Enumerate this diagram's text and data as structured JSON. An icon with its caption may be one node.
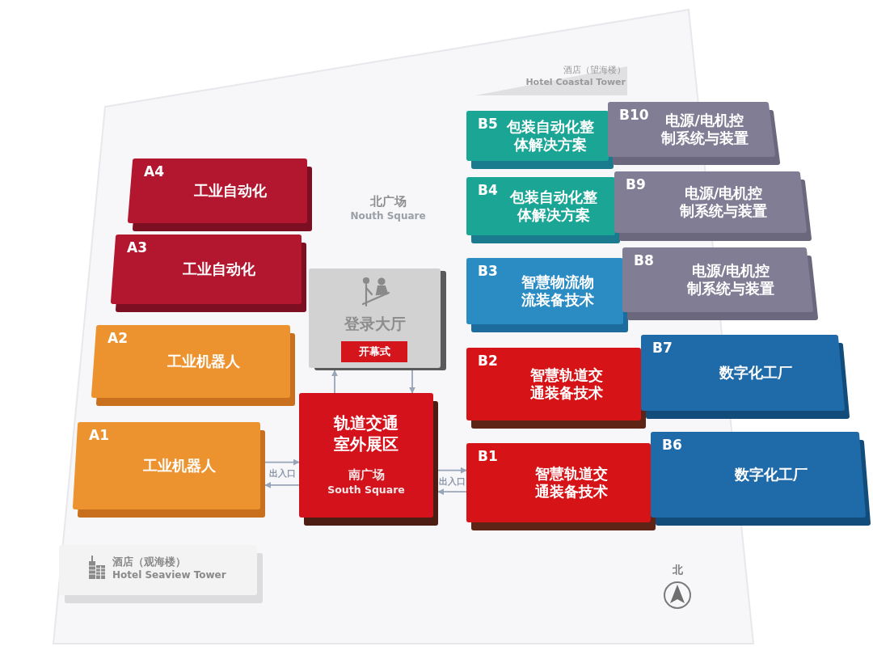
{
  "diagram": {
    "nodes": [
      {
        "text": [
          "酒店（望海楼）",
          "Hotel Coastal Tower"
        ]
      },
      {
        "text": [
          "B5",
          "包装自动化整体解决方案"
        ]
      },
      {
        "text": [
          "B10",
          "电源/电机控制系统与装置"
        ]
      },
      {
        "text": [
          "A4",
          "工业自动化"
        ]
      },
      {
        "text": [
          "B4",
          "包装自动化整体解决方案"
        ]
      },
      {
        "text": [
          "B9",
          "电源/电机控制系统与装置"
        ]
      },
      {
        "text": [
          "A3",
          "工业自动化"
        ]
      },
      {
        "text": [
          "登录大厅"
        ]
      },
      {
        "text": [
          "开幕式"
        ],
        "in": 7
      },
      {
        "text": [
          "B3",
          "智慧物流物流装备技术"
        ]
      },
      {
        "text": [
          "B8",
          "电源/电机控制系统与装置"
        ]
      },
      {
        "text": [
          "A2",
          "工业机器人"
        ]
      },
      {
        "text": [
          "B2",
          "智慧轨道交通装备技术"
        ]
      },
      {
        "text": [
          "B7",
          "数字化工厂"
        ]
      },
      {
        "text": [
          "轨道交通室外展区",
          "南广场",
          "South Square"
        ]
      },
      {
        "text": [
          "A1",
          "工业机器人"
        ]
      },
      {
        "text": [
          "B1",
          "智慧轨道交通装备技术"
        ]
      },
      {
        "text": [
          "B6",
          "数字化工厂"
        ]
      },
      {
        "text": [
          "酒店（观海楼）",
          "Hotel Seaview Tower"
        ]
      }
    ],
    "edges": [
      {
        "from": 14,
        "to": 7,
        "arrow": "to"
      },
      {
        "from": 7,
        "to": 14,
        "arrow": "to"
      },
      {
        "from": 15,
        "to": 14,
        "arrow": "to"
      },
      {
        "from": 14,
        "to": 15,
        "arrow": "to"
      },
      {
        "from": 14,
        "to": 16,
        "arrow": "to"
      },
      {
        "from": 16,
        "to": 14,
        "arrow": "to"
      }
    ],
    "labels": [
      "北广场",
      "Nouth Square",
      "出入口",
      "出入口",
      "北"
    ]
  }
}
